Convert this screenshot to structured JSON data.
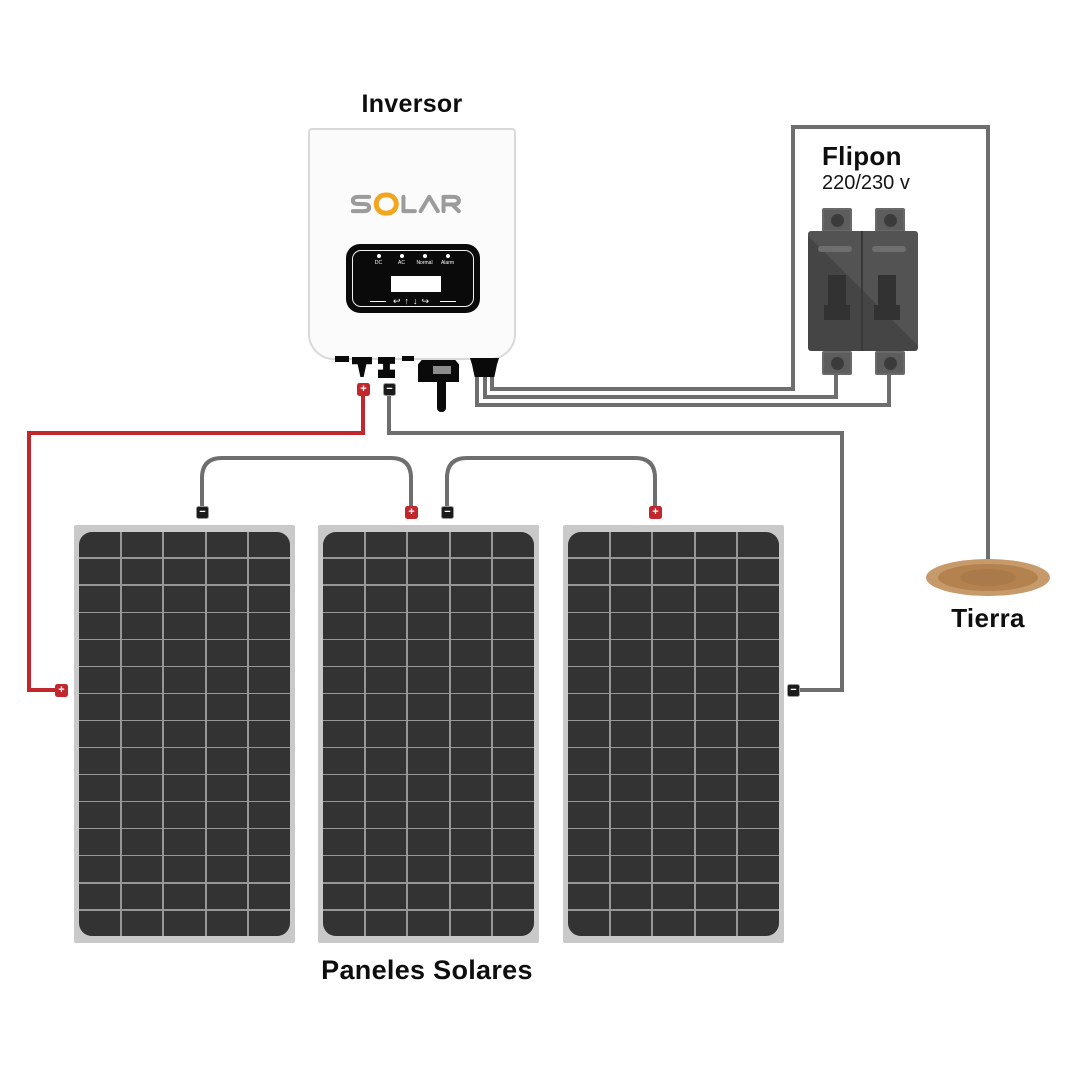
{
  "diagram": {
    "inverter": {
      "label": "Inversor",
      "logo": {
        "text": "SOLAR",
        "accent_letter": "O"
      },
      "display": {
        "leds": [
          {
            "label": "DC"
          },
          {
            "label": "AC"
          },
          {
            "label": "Normal"
          },
          {
            "label": "Alarm"
          }
        ],
        "buttons": [
          "↩",
          "↑",
          "↓",
          "↪"
        ]
      }
    },
    "breaker": {
      "label": "Flipon",
      "voltage": "220/230 v"
    },
    "ground": {
      "label": "Tierra"
    },
    "panels": {
      "label": "Paneles Solares",
      "count": 3,
      "grid": {
        "cols": 5,
        "rows": 15
      }
    },
    "terminals": {
      "positive": "+",
      "negative": "−"
    },
    "colors": {
      "positive_wire": "#c1272d",
      "neutral_wire": "#6e6e6e",
      "logo_accent": "#f2a51f",
      "logo_gray": "#9b9b9b",
      "breaker_body": "#4a4a4a",
      "ground_soil": "#c79a6b",
      "panel_cell": "#333333",
      "panel_frame": "#c9c9c9"
    }
  }
}
